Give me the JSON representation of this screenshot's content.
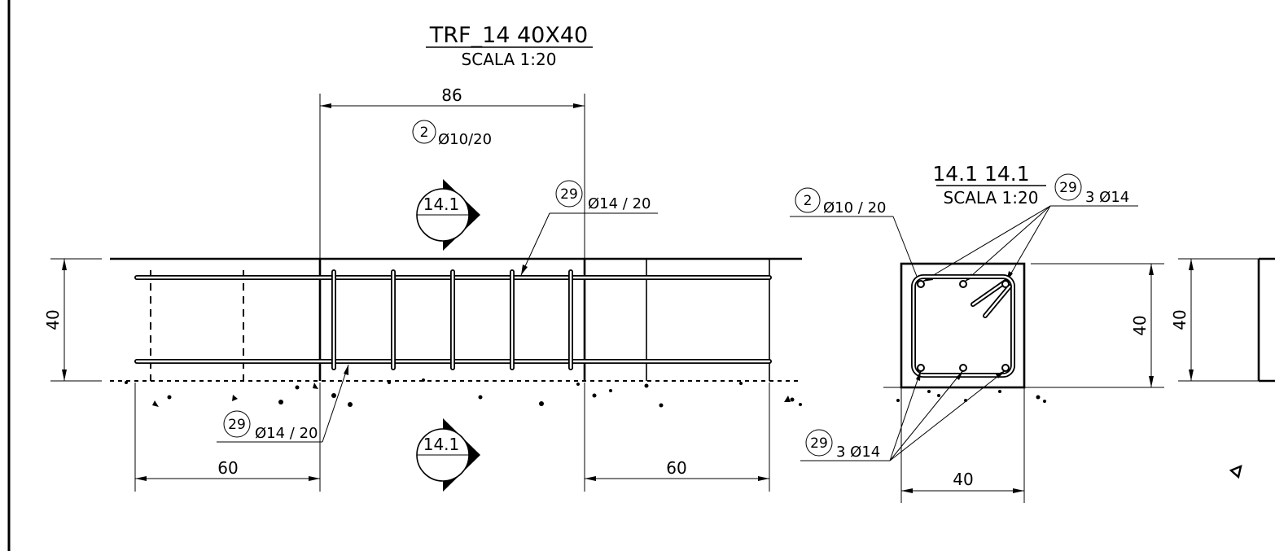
{
  "main_view": {
    "title": "TRF_14 40X40",
    "scale": "SCALA 1:20",
    "dim_top": "86",
    "dim_left_span": "60",
    "dim_right_span": "60",
    "dim_height": "40",
    "stirrup_tag": {
      "num": "2",
      "spec": "Ø10/20"
    },
    "top_bar_tag": {
      "num": "29",
      "spec": "Ø14 / 20"
    },
    "bottom_bar_tag": {
      "num": "29",
      "spec": "Ø14 / 20"
    },
    "section_marker_top": "14.1",
    "section_marker_bottom": "14.1"
  },
  "section_view": {
    "title": "14.1  14.1",
    "scale": "SCALA 1:20",
    "stirrup_tag": {
      "num": "2",
      "spec": "Ø10 / 20"
    },
    "top_bars_tag": {
      "num": "29",
      "spec": "3 Ø14"
    },
    "bottom_bars_tag": {
      "num": "29",
      "spec": "3 Ø14"
    },
    "dim_width": "40",
    "dim_height": "40"
  },
  "right_partial_view": {
    "dim_height": "40"
  }
}
